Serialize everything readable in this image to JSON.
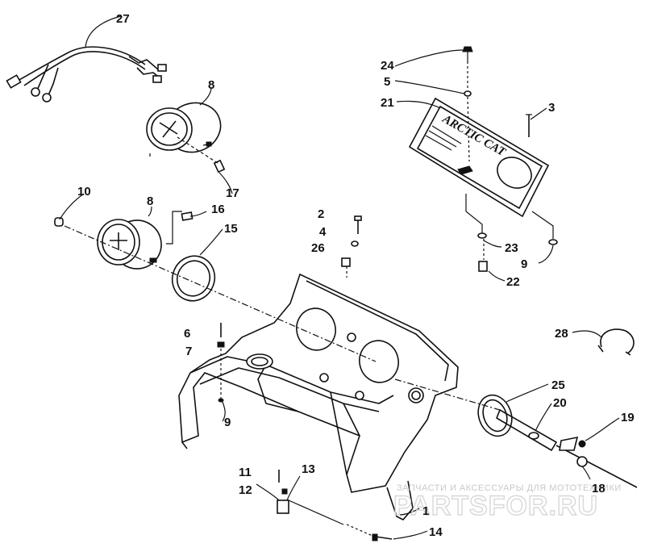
{
  "diagram": {
    "labels": [
      "27",
      "8",
      "24",
      "5",
      "21",
      "3",
      "17",
      "10",
      "8",
      "16",
      "15",
      "2",
      "4",
      "26",
      "23",
      "9",
      "22",
      "28",
      "6",
      "7",
      "9",
      "25",
      "20",
      "19",
      "11",
      "13",
      "12",
      "18",
      "1",
      "14"
    ]
  },
  "nameplate": {
    "logo_text": "ARCTIC CAT"
  },
  "watermark": {
    "caption": "ЗАПЧАСТИ И АКСЕССУАРЫ ДЛЯ МОТОТЕХНИКИ",
    "brand": "PARTSFOR.RU"
  }
}
